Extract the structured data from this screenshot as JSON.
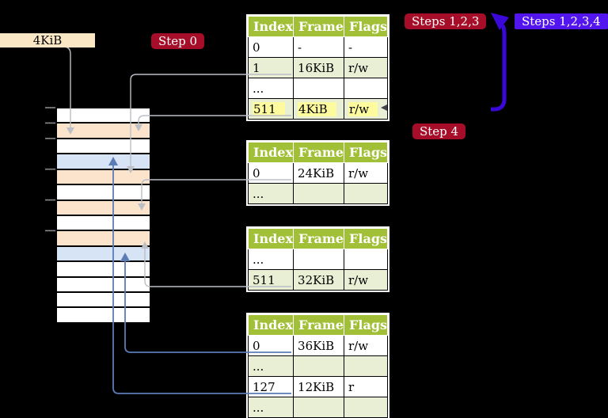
{
  "labels": {
    "page_size": "4KiB",
    "step0": "Step 0",
    "steps_123": "Steps 1,2,3",
    "steps_1234": "Steps 1,2,3,4",
    "step4": "Step 4"
  },
  "colors": {
    "background": "#000000",
    "page_size_label_bg": "#fae7c6",
    "step_badge_red": "#a60d28",
    "step_badge_blue": "#5315ee",
    "big_arrow_blue": "#3a08d8",
    "table_header_green": "#a2c037",
    "table_row_green": "#e9efd4",
    "highlight_yellow": "#fefb9e",
    "memory_page_table_frame": "#fce4cc",
    "memory_mapped_page": "#d7e4f5",
    "grey_connector": "#bbbfc6",
    "blue_connector": "#5b7cb5"
  },
  "tables": [
    {
      "id": "level-4",
      "headers": [
        "Index",
        "Frame",
        "Flags"
      ],
      "rows": [
        {
          "cells": [
            "0",
            "-",
            "-"
          ]
        },
        {
          "cells": [
            "1",
            "16KiB",
            "r/w"
          ]
        },
        {
          "cells": [
            "...",
            "",
            ""
          ]
        },
        {
          "cells": [
            "511",
            "4KiB",
            "r/w"
          ],
          "highlighted": true
        }
      ]
    },
    {
      "id": "level-3",
      "headers": [
        "Index",
        "Frame",
        "Flags"
      ],
      "rows": [
        {
          "cells": [
            "0",
            "24KiB",
            "r/w"
          ]
        },
        {
          "cells": [
            "...",
            "",
            ""
          ]
        }
      ]
    },
    {
      "id": "level-2",
      "headers": [
        "Index",
        "Frame",
        "Flags"
      ],
      "rows": [
        {
          "cells": [
            "...",
            "",
            ""
          ]
        },
        {
          "cells": [
            "511",
            "32KiB",
            "r/w"
          ]
        }
      ]
    },
    {
      "id": "level-1",
      "headers": [
        "Index",
        "Frame",
        "Flags"
      ],
      "rows": [
        {
          "cells": [
            "0",
            "36KiB",
            "r/w"
          ]
        },
        {
          "cells": [
            "...",
            "",
            ""
          ]
        },
        {
          "cells": [
            "127",
            "12KiB",
            "r"
          ]
        },
        {
          "cells": [
            "...",
            "",
            ""
          ]
        }
      ]
    }
  ],
  "memory_strip": {
    "rows": [
      {
        "kind": "free"
      },
      {
        "kind": "page-table"
      },
      {
        "kind": "free"
      },
      {
        "kind": "page"
      },
      {
        "kind": "page-table"
      },
      {
        "kind": "free"
      },
      {
        "kind": "page-table"
      },
      {
        "kind": "free"
      },
      {
        "kind": "page-table"
      },
      {
        "kind": "page"
      },
      {
        "kind": "free"
      },
      {
        "kind": "free"
      },
      {
        "kind": "free"
      },
      {
        "kind": "free"
      }
    ]
  }
}
